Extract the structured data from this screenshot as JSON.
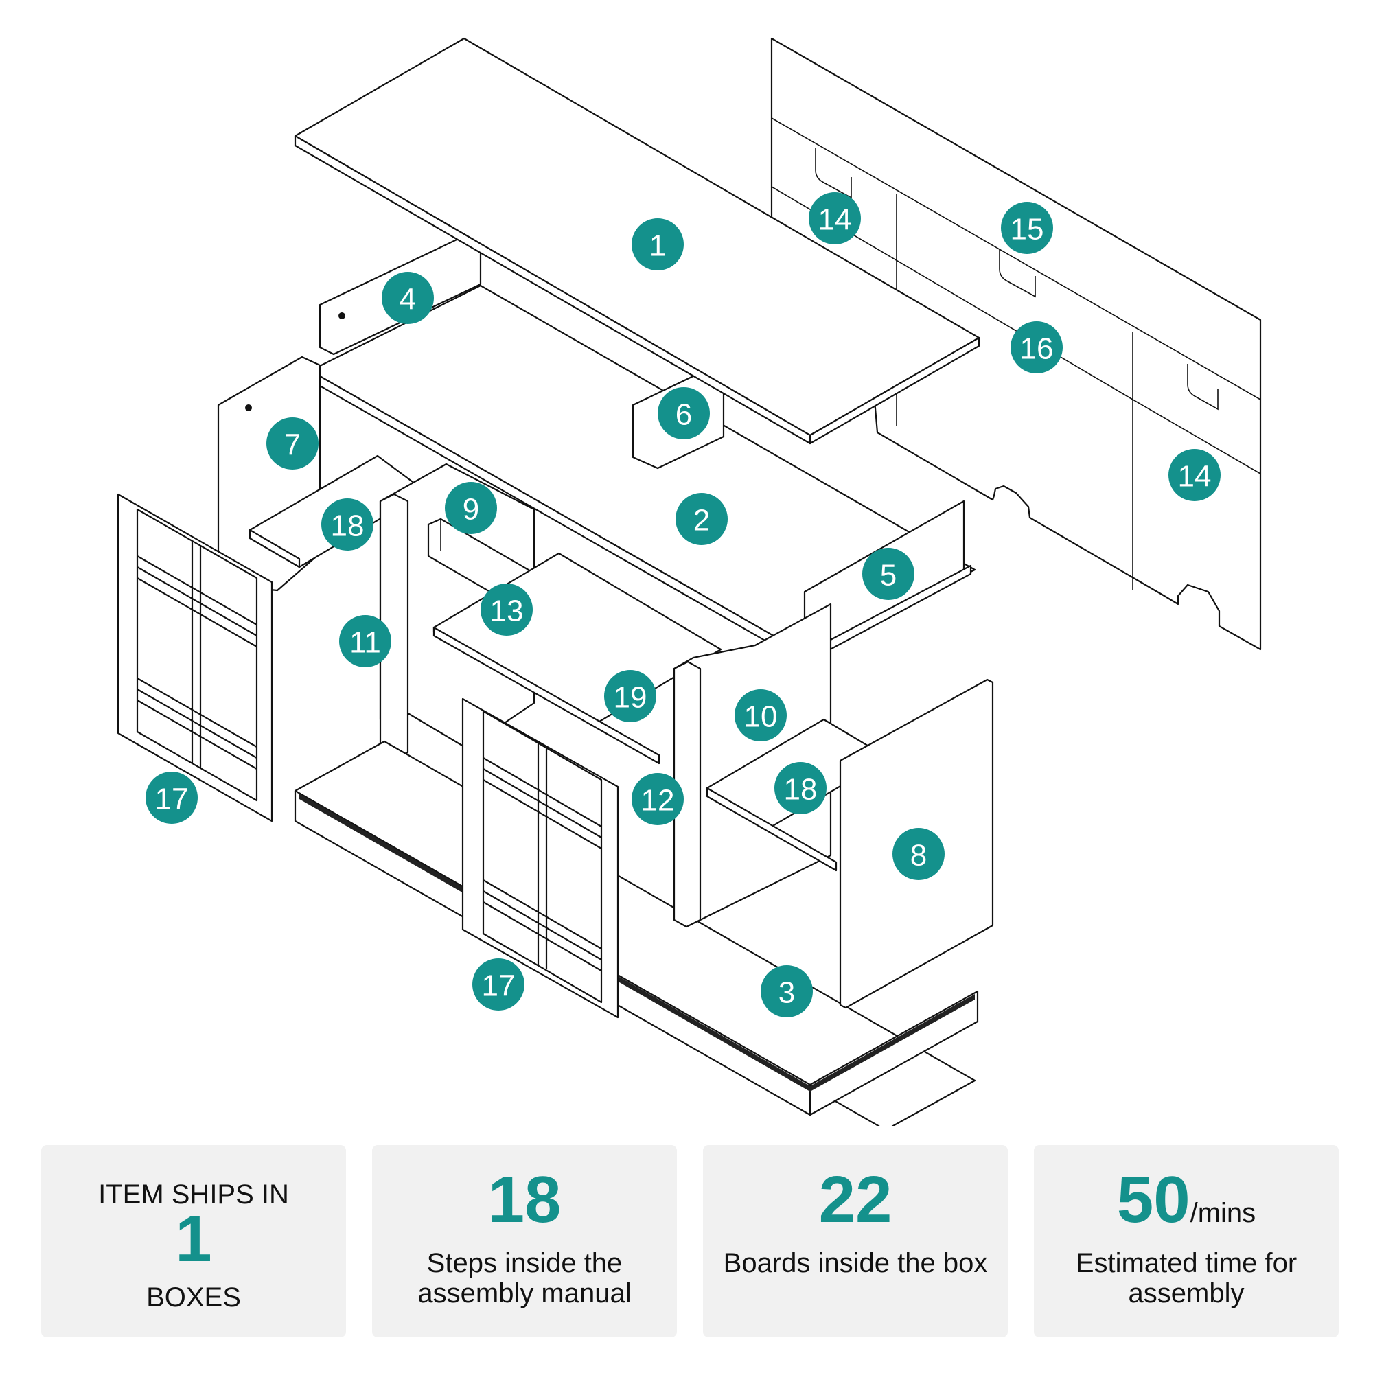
{
  "diagram": {
    "badges": [
      "1",
      "2",
      "3",
      "4",
      "5",
      "6",
      "7",
      "8",
      "9",
      "10",
      "11",
      "12",
      "13",
      "14",
      "15",
      "16",
      "17",
      "18",
      "19"
    ],
    "badges_repeated": {
      "14b": "14",
      "17b": "17",
      "18b": "18"
    }
  },
  "stats": [
    {
      "top": "ITEM SHIPS IN",
      "value": "1",
      "bottom": "BOXES"
    },
    {
      "value": "18",
      "desc": "Steps inside the assembly manual"
    },
    {
      "value": "22",
      "desc": "Boards inside the box"
    },
    {
      "value": "50",
      "unit": "/mins",
      "desc": "Estimated time for assembly"
    }
  ],
  "colors": {
    "accent": "#14918c",
    "card_bg": "#f1f1f1"
  }
}
